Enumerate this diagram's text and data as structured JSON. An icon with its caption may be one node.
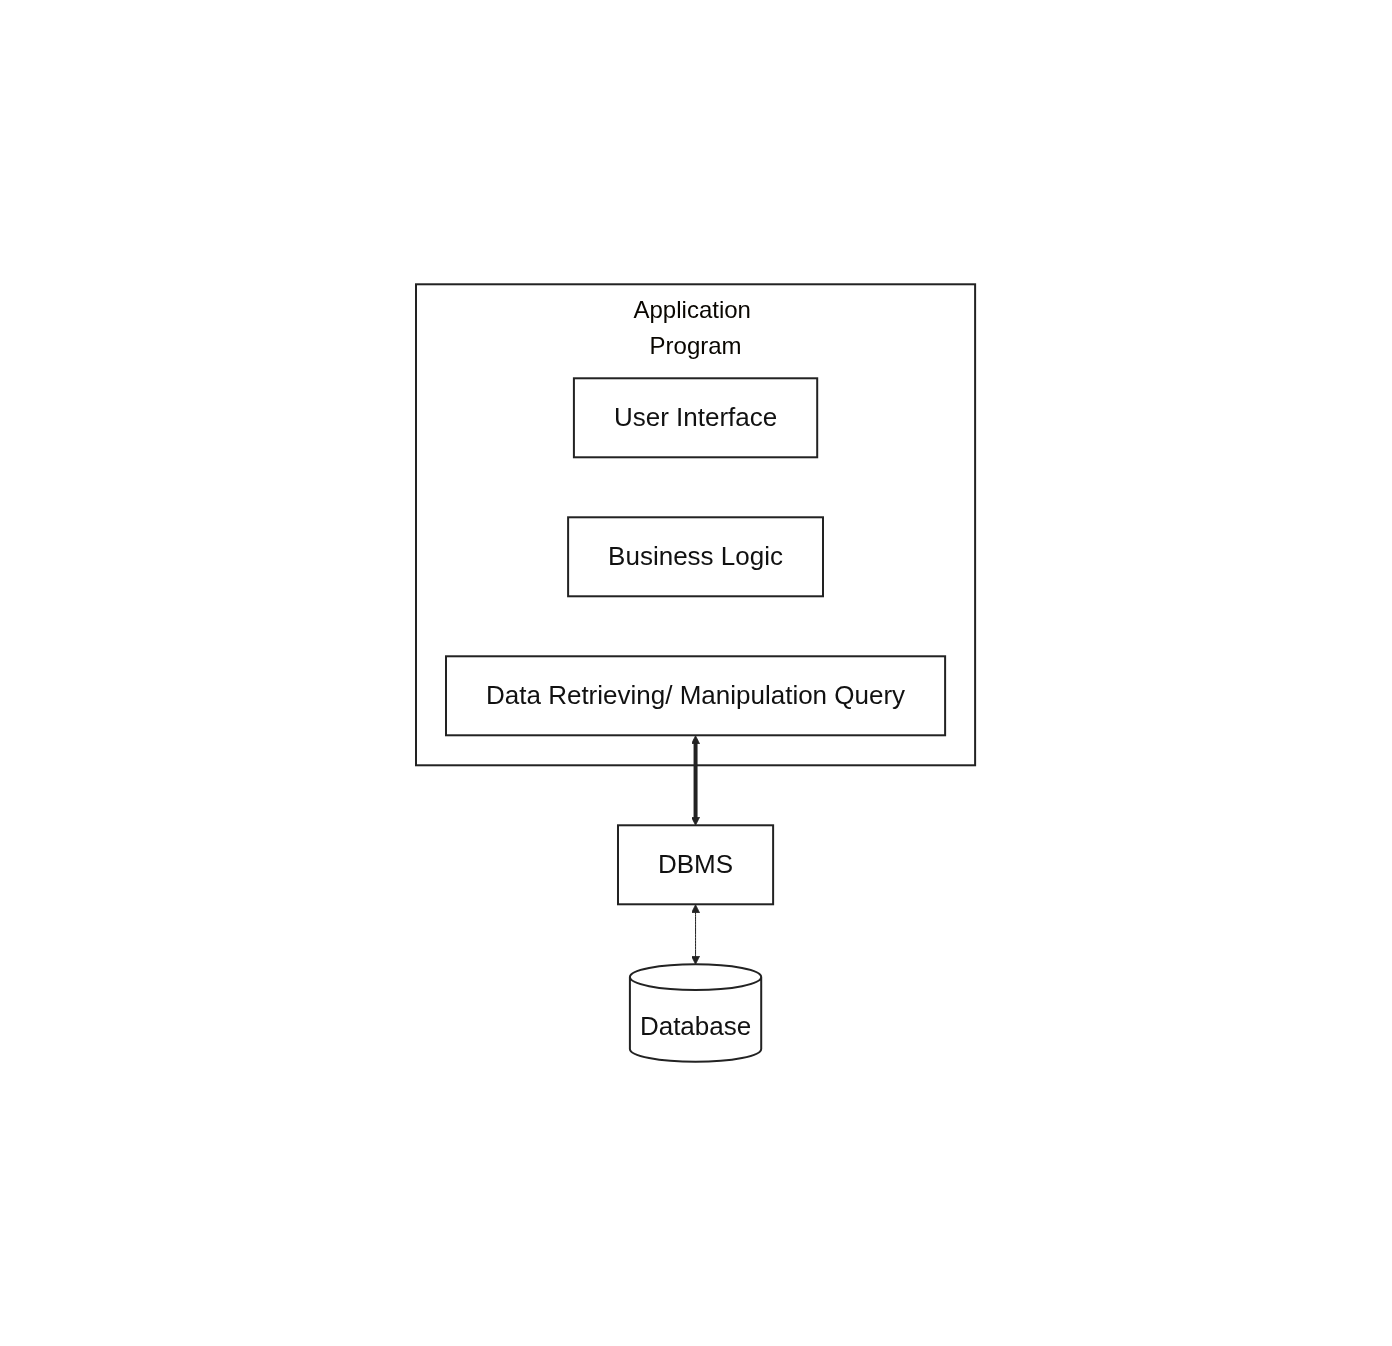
{
  "diagram": {
    "nodes": [
      {
        "text": [
          "Application Program"
        ]
      },
      {
        "text": [
          "User Interface"
        ],
        "in": 0
      },
      {
        "text": [
          "Business Logic"
        ],
        "in": 0
      },
      {
        "text": [
          "Data Retrieving/ Manipulation Query"
        ],
        "in": 0
      },
      {
        "text": [
          "DBMS"
        ]
      },
      {
        "text": [
          "Database"
        ]
      }
    ],
    "edges": [
      {
        "from": 3,
        "to": 4,
        "arrow": "both",
        "style": "thick"
      },
      {
        "from": 4,
        "to": 5,
        "arrow": "both"
      }
    ]
  }
}
